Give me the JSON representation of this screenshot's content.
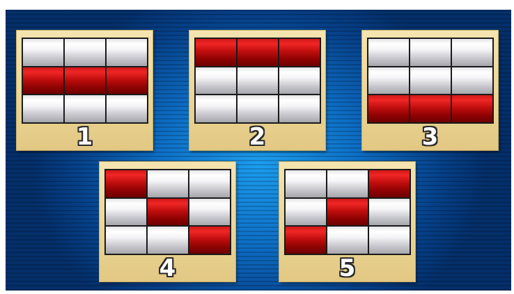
{
  "paylines": [
    {
      "label": "1",
      "cells": [
        [
          0,
          0,
          0
        ],
        [
          1,
          1,
          1
        ],
        [
          0,
          0,
          0
        ]
      ]
    },
    {
      "label": "2",
      "cells": [
        [
          1,
          1,
          1
        ],
        [
          0,
          0,
          0
        ],
        [
          0,
          0,
          0
        ]
      ]
    },
    {
      "label": "3",
      "cells": [
        [
          0,
          0,
          0
        ],
        [
          0,
          0,
          0
        ],
        [
          1,
          1,
          1
        ]
      ]
    },
    {
      "label": "4",
      "cells": [
        [
          1,
          0,
          0
        ],
        [
          0,
          1,
          0
        ],
        [
          0,
          0,
          1
        ]
      ]
    },
    {
      "label": "5",
      "cells": [
        [
          0,
          0,
          1
        ],
        [
          0,
          1,
          0
        ],
        [
          1,
          0,
          0
        ]
      ]
    }
  ],
  "colors": {
    "highlight": "#d01414",
    "symbol": "#e8e8ec",
    "card": "#f0dca0",
    "background": "#0d6dc4"
  }
}
